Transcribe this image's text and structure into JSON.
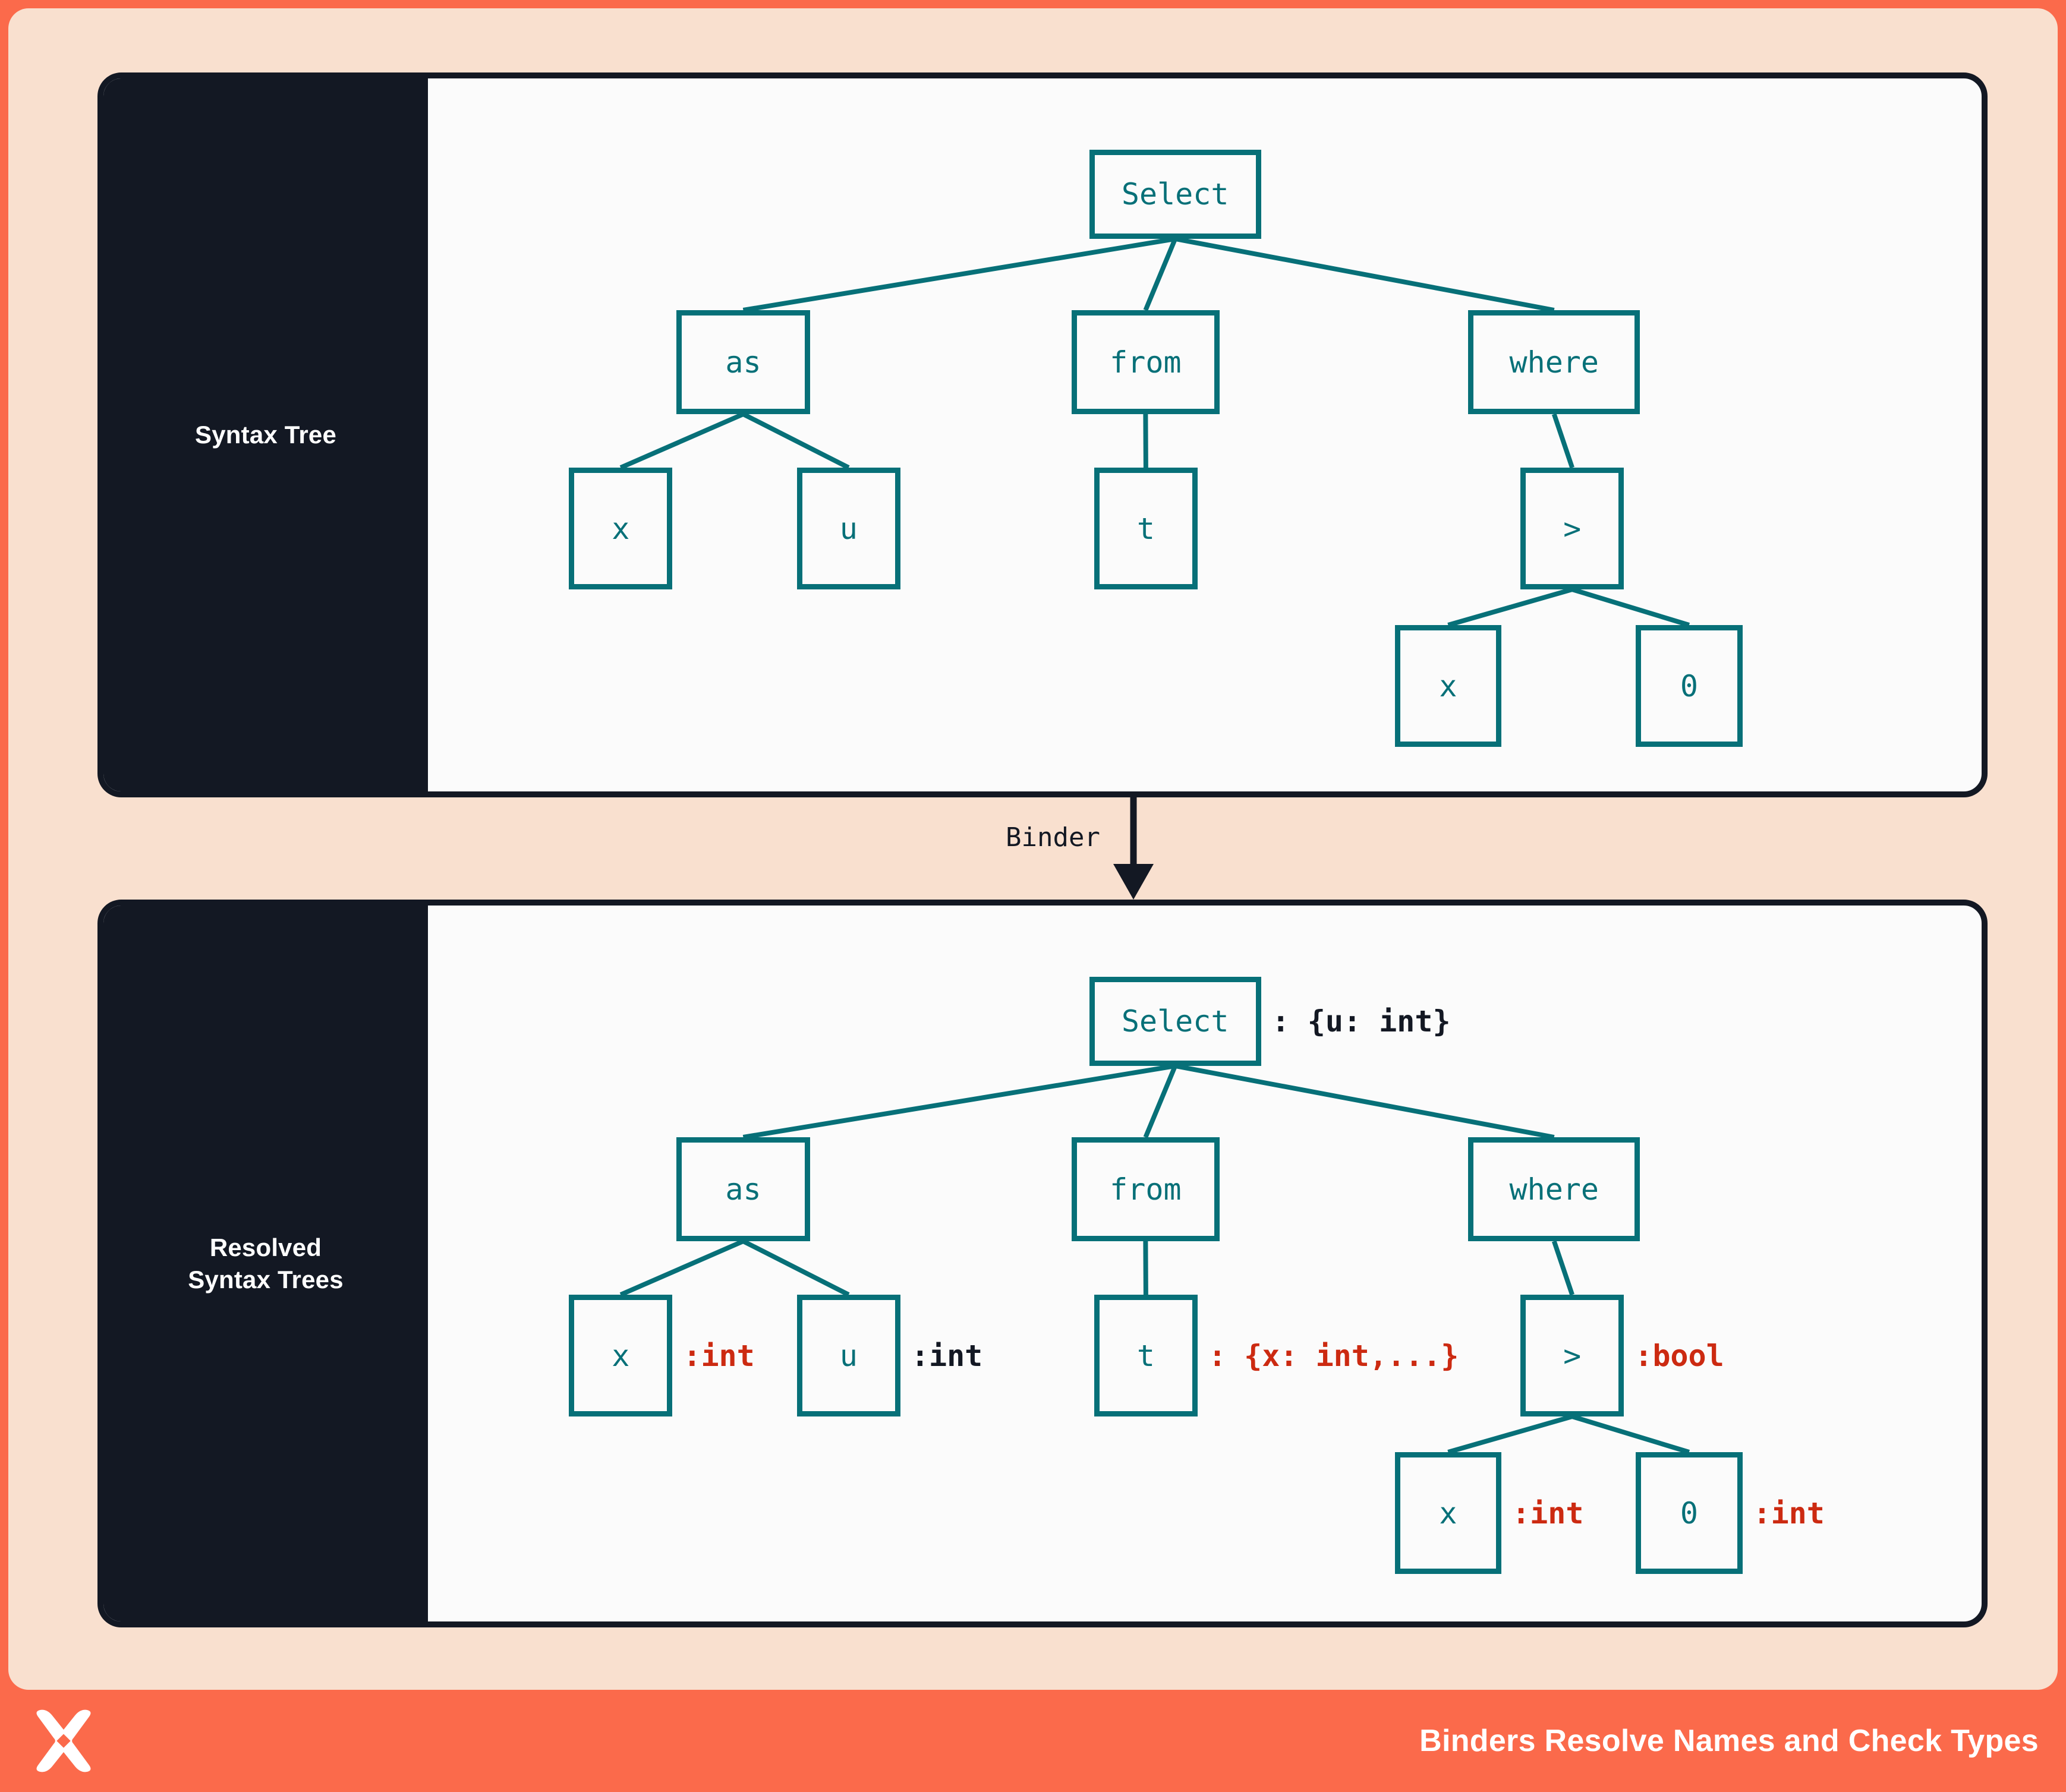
{
  "theme": {
    "outer_border": "#fb6a4b",
    "canvas_bg": "#f9e0cf",
    "panel_bg": "#fbfbfb",
    "panel_border": "#131823",
    "sidebar_bg": "#131823",
    "node_stroke": "#077078",
    "node_text": "#077078",
    "annotation_red": "#cc2a11",
    "annotation_dark": "#131823",
    "footer_bg": "#fb6a4b",
    "footer_text": "#ffffff"
  },
  "panels": {
    "top": {
      "sidebar_label_line1": "Syntax Tree",
      "sidebar_label_line2": ""
    },
    "bottom": {
      "sidebar_label_line1": "Resolved",
      "sidebar_label_line2": "Syntax Trees"
    }
  },
  "binder": {
    "label": "Binder",
    "arrow": "down-arrow-icon"
  },
  "footer": {
    "caption": "Binders Resolve Names and Check Types",
    "logo": "x-logo-icon"
  },
  "trees": {
    "syntax": {
      "nodes": [
        {
          "id": "select",
          "label": "Select",
          "annotation": ""
        },
        {
          "id": "as",
          "label": "as",
          "annotation": ""
        },
        {
          "id": "from",
          "label": "from",
          "annotation": ""
        },
        {
          "id": "where",
          "label": "where",
          "annotation": ""
        },
        {
          "id": "x1",
          "label": "x",
          "annotation": ""
        },
        {
          "id": "u",
          "label": "u",
          "annotation": ""
        },
        {
          "id": "t",
          "label": "t",
          "annotation": ""
        },
        {
          "id": "gt",
          "label": ">",
          "annotation": ""
        },
        {
          "id": "x2",
          "label": "x",
          "annotation": ""
        },
        {
          "id": "zero",
          "label": "0",
          "annotation": ""
        }
      ],
      "edges": [
        [
          "select",
          "as"
        ],
        [
          "select",
          "from"
        ],
        [
          "select",
          "where"
        ],
        [
          "as",
          "x1"
        ],
        [
          "as",
          "u"
        ],
        [
          "from",
          "t"
        ],
        [
          "where",
          "gt"
        ],
        [
          "gt",
          "x2"
        ],
        [
          "gt",
          "zero"
        ]
      ]
    },
    "resolved": {
      "nodes": [
        {
          "id": "select",
          "label": "Select",
          "annotation": ": {u: int}",
          "annotation_style": "dark"
        },
        {
          "id": "as",
          "label": "as",
          "annotation": "",
          "annotation_style": ""
        },
        {
          "id": "from",
          "label": "from",
          "annotation": "",
          "annotation_style": ""
        },
        {
          "id": "where",
          "label": "where",
          "annotation": "",
          "annotation_style": ""
        },
        {
          "id": "x1",
          "label": "x",
          "annotation": ":int",
          "annotation_style": "red"
        },
        {
          "id": "u",
          "label": "u",
          "annotation": ":int",
          "annotation_style": "dark"
        },
        {
          "id": "t",
          "label": "t",
          "annotation": ": {x: int,...}",
          "annotation_style": "red"
        },
        {
          "id": "gt",
          "label": ">",
          "annotation": ":bool",
          "annotation_style": "red"
        },
        {
          "id": "x2",
          "label": "x",
          "annotation": ":int",
          "annotation_style": "red"
        },
        {
          "id": "zero",
          "label": "0",
          "annotation": ":int",
          "annotation_style": "red"
        }
      ],
      "edges": [
        [
          "select",
          "as"
        ],
        [
          "select",
          "from"
        ],
        [
          "select",
          "where"
        ],
        [
          "as",
          "x1"
        ],
        [
          "as",
          "u"
        ],
        [
          "from",
          "t"
        ],
        [
          "where",
          "gt"
        ],
        [
          "gt",
          "x2"
        ],
        [
          "gt",
          "zero"
        ]
      ]
    }
  }
}
